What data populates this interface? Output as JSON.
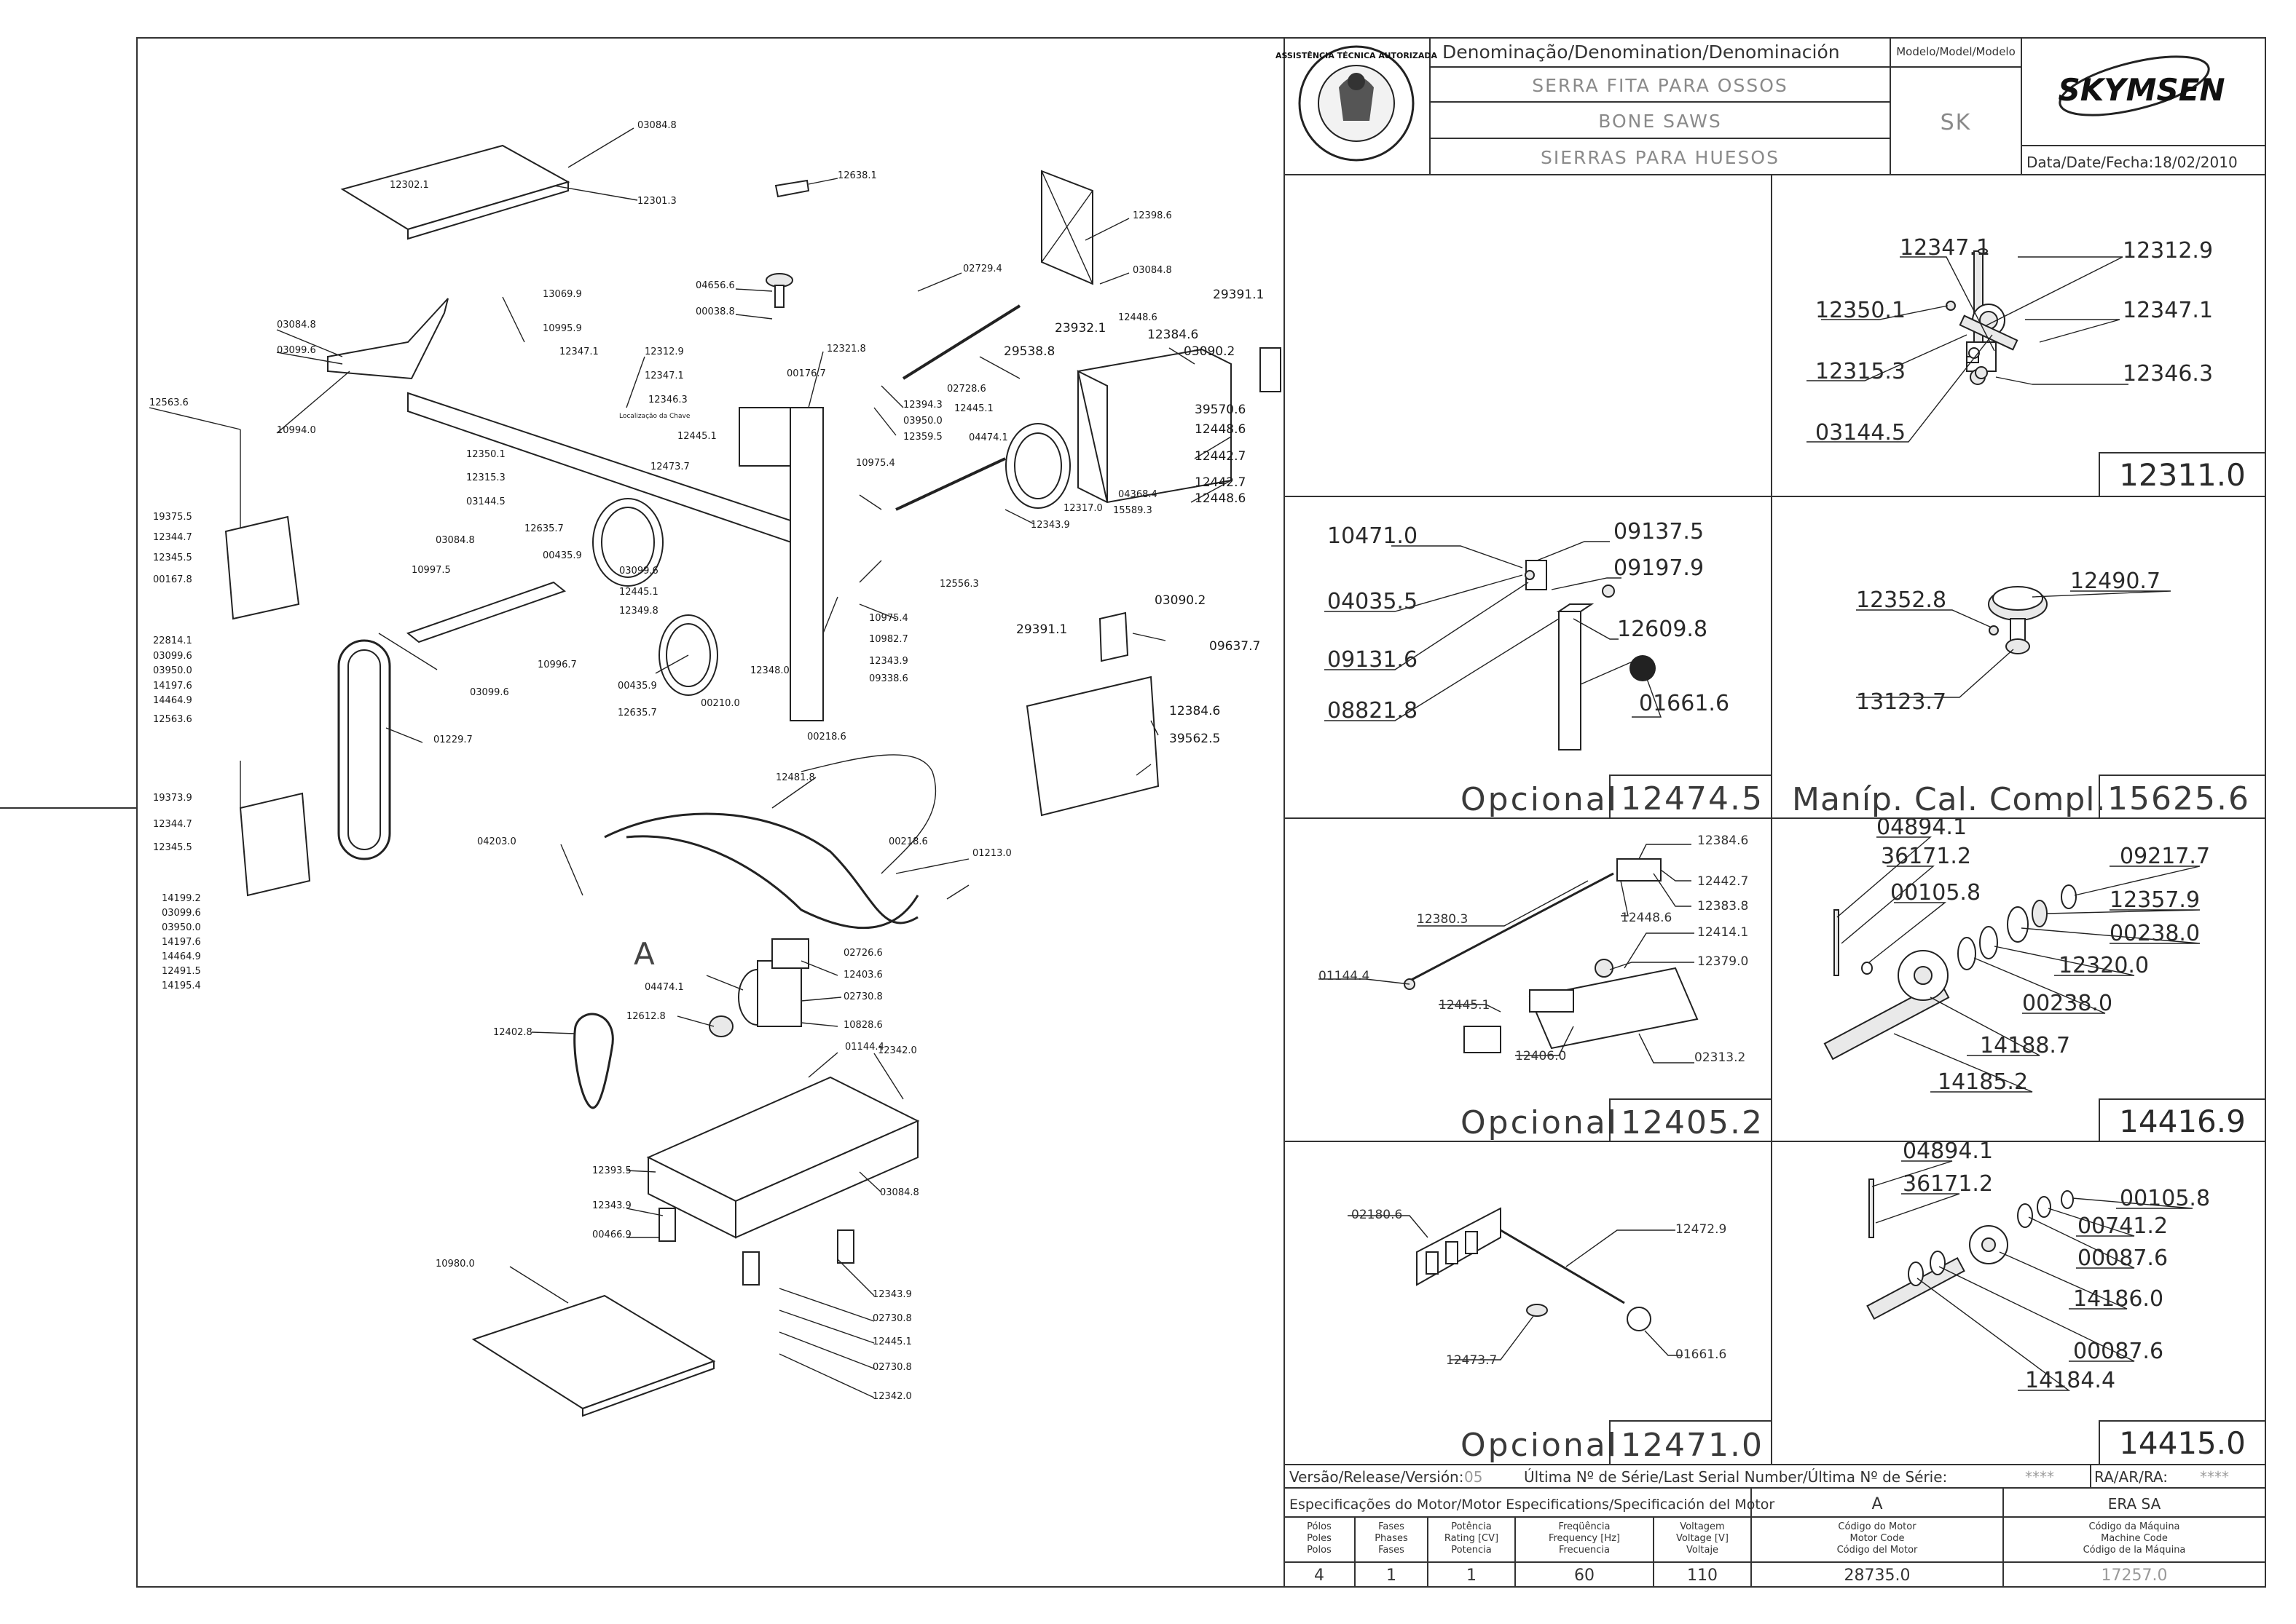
{
  "header": {
    "denomination_title": "Denominação/Denomination/Denominación",
    "model_title": "Modelo/Model/Modelo",
    "name_pt": "SERRA FITA PARA OSSOS",
    "name_en": "BONE SAWS",
    "name_es": "SIERRAS PARA HUESOS",
    "model_value": "SK",
    "date_label": "Data/Date/Fecha:18/02/2010",
    "brand": "SKYMSEN",
    "seal_text": "ASSISTÊNCIA TÉCNICA AUTORIZADA"
  },
  "main_labels": {
    "l03084_8a": "03084.8",
    "l12302_1": "12302.1",
    "l12301_3": "12301.3",
    "l12638_1": "12638.1",
    "l12398_6": "12398.6",
    "l03084_8b": "03084.8",
    "l02729_4": "02729.4",
    "l04656_6": "04656.6",
    "l00038_8": "00038.8",
    "l13069_9": "13069.9",
    "l10995_9": "10995.9",
    "l12347_1": "12347.1",
    "l12312_9": "12312.9",
    "l12347_1b": "12347.1",
    "l12346_3": "12346.3",
    "l_locchave": "Localização da Chave",
    "l12445_1a": "12445.1",
    "l12350_1": "12350.1",
    "l12315_3": "12315.3",
    "l03144_5": "03144.5",
    "l12473_7": "12473.7",
    "l03084_8c": "03084.8",
    "l03099_6": "03099.6",
    "l10994_0": "10994.0",
    "l12563_6a": "12563.6",
    "l12321_8": "12321.8",
    "l00176_7": "00176.7",
    "l12394_3": "12394.3",
    "l03950_0": "03950.0",
    "l12359_5": "12359.5",
    "l12448_6a": "12448.6",
    "l23932_1": "23932.1",
    "l12384_6a": "12384.6",
    "l29538_8": "29538.8",
    "l29391_1a": "29391.1",
    "l03090_2a": "03090.2",
    "l02728_6": "02728.6",
    "l12445_1b": "12445.1",
    "l39570_6": "39570.6",
    "l12448_6b": "12448.6",
    "l12442_7a": "12442.7",
    "l12442_7b": "12442.7",
    "l12448_6c": "12448.6",
    "l04368_4": "04368.4",
    "l15589_3": "15589.3",
    "l04474_1a": "04474.1",
    "l12317_0": "12317.0",
    "l12343_9a": "12343.9",
    "l10975_4a": "10975.4",
    "l12635_7a": "12635.7",
    "l00435_9a": "00435.9",
    "l03099_6b": "03099.6",
    "l12445_1c": "12445.1",
    "l12349_8": "12349.8",
    "l12556_3": "12556.3",
    "l19375_5": "19375.5",
    "l12344_7a": "12344.7",
    "l12345_5a": "12345.5",
    "l00167_8": "00167.8",
    "l03084_8d": "03084.8",
    "l10997_5": "10997.5",
    "l10996_7": "10996.7",
    "l03099_6c": "03099.6",
    "l22814_1": "22814.1",
    "l03099_6d": "03099.6",
    "l03950_0b": "03950.0",
    "l14197_6a": "14197.6",
    "l14464_9a": "14464.9",
    "l12563_6b": "12563.6",
    "l10975_4b": "10975.4",
    "l10982_7": "10982.7",
    "l12343_9b": "12343.9",
    "l09338_6": "09338.6",
    "l12348_0": "12348.0",
    "l00435_9b": "00435.9",
    "l12635_7b": "12635.7",
    "l00210_0": "00210.0",
    "l00218_6a": "00218.6",
    "l01229_7": "01229.7",
    "l29391_1b": "29391.1",
    "l03090_2b": "03090.2",
    "l09637_7": "09637.7",
    "l12384_6b": "12384.6",
    "l39562_5": "39562.5",
    "l19373_9": "19373.9",
    "l12344_7b": "12344.7",
    "l12345_5b": "12345.5",
    "l12481_8": "12481.8",
    "l04203_0": "04203.0",
    "l00218_6b": "00218.6",
    "l01213_0": "01213.0",
    "l14199_2": "14199.2",
    "l03099_6e": "03099.6",
    "l03950_0c": "03950.0",
    "l14197_6b": "14197.6",
    "l14464_9b": "14464.9",
    "l12491_5": "12491.5",
    "l14195_4": "14195.4",
    "l_A": "A",
    "l02726_6": "02726.6",
    "l12403_6": "12403.6",
    "l02730_8a": "02730.8",
    "l04474_1b": "04474.1",
    "l12612_8": "12612.8",
    "l10828_6": "10828.6",
    "l01144_4a": "01144.4",
    "l12342_0a": "12342.0",
    "l12402_8": "12402.8",
    "l12393_5": "12393.5",
    "l03084_8e": "03084.8",
    "l12343_9c": "12343.9",
    "l00466_9": "00466.9",
    "l10980_0": "10980.0",
    "l12343_9d": "12343.9",
    "l02730_8b": "02730.8",
    "l12445_1d": "12445.1",
    "l02730_8c": "02730.8",
    "l12342_0b": "12342.0"
  },
  "panel_12311": {
    "title": "12311.0",
    "labels": [
      "12347.1",
      "12312.9",
      "12350.1",
      "12347.1",
      "12315.3",
      "12346.3",
      "03144.5"
    ]
  },
  "panel_12474": {
    "caption": "Opcional",
    "number": "12474.5",
    "labels": [
      "10471.0",
      "09137.5",
      "09197.9",
      "04035.5",
      "12609.8",
      "09131.6",
      "08821.8",
      "01661.6"
    ]
  },
  "panel_15625": {
    "caption": "Maníp. Cal. Compl.",
    "number": "15625.6",
    "labels": [
      "12352.8",
      "12490.7",
      "13123.7"
    ]
  },
  "panel_12405": {
    "caption": "Opcional",
    "number": "12405.2",
    "labels": [
      "12384.6",
      "12442.7",
      "12383.8",
      "12380.3",
      "12448.6",
      "12414.1",
      "12379.0",
      "01144.4",
      "12445.1",
      "12406.0",
      "02313.2"
    ]
  },
  "panel_14416": {
    "title": "14416.9",
    "labels": [
      "04894.1",
      "36171.2",
      "09217.7",
      "00105.8",
      "12357.9",
      "00238.0",
      "12320.0",
      "00238.0",
      "14188.7",
      "14185.2"
    ]
  },
  "panel_12471": {
    "caption": "Opcional",
    "number": "12471.0",
    "labels": [
      "02180.6",
      "12472.9",
      "12473.7",
      "01661.6"
    ]
  },
  "panel_14415": {
    "title": "14415.0",
    "labels": [
      "04894.1",
      "36171.2",
      "00105.8",
      "00741.2",
      "00087.6",
      "14186.0",
      "00087.6",
      "14184.4"
    ]
  },
  "footer": {
    "release_label": "Versão/Release/Versión:",
    "release_value": "05",
    "serial_label": "Última Nº de Série/Last Serial Number/Última Nº de Série:",
    "serial_value": "****",
    "ra_label": "RA/AR/RA:",
    "ra_value": "****",
    "motor_spec_title": "Especificações do Motor/Motor Especifications/Specificación del Motor",
    "motor_id": "A",
    "era": "ERA SA",
    "poles_header": [
      "Pólos",
      "Poles",
      "Polos"
    ],
    "phases_header": [
      "Fases",
      "Phases",
      "Fases"
    ],
    "power_header": [
      "Potência",
      "Rating [CV]",
      "Potencia"
    ],
    "freq_header": [
      "Freqüência",
      "Frequency [Hz]",
      "Frecuencia"
    ],
    "voltage_header": [
      "Voltagem",
      "Voltage [V]",
      "Voltaje"
    ],
    "motor_code_header": [
      "Código do Motor",
      "Motor Code",
      "Código del Motor"
    ],
    "machine_code_header": [
      "Código da Máquina",
      "Machine Code",
      "Código de la Máquina"
    ],
    "poles": "4",
    "phases": "1",
    "power": "1",
    "frequency": "60",
    "voltage": "110",
    "motor_code": "28735.0",
    "machine_code": "17257.0"
  }
}
